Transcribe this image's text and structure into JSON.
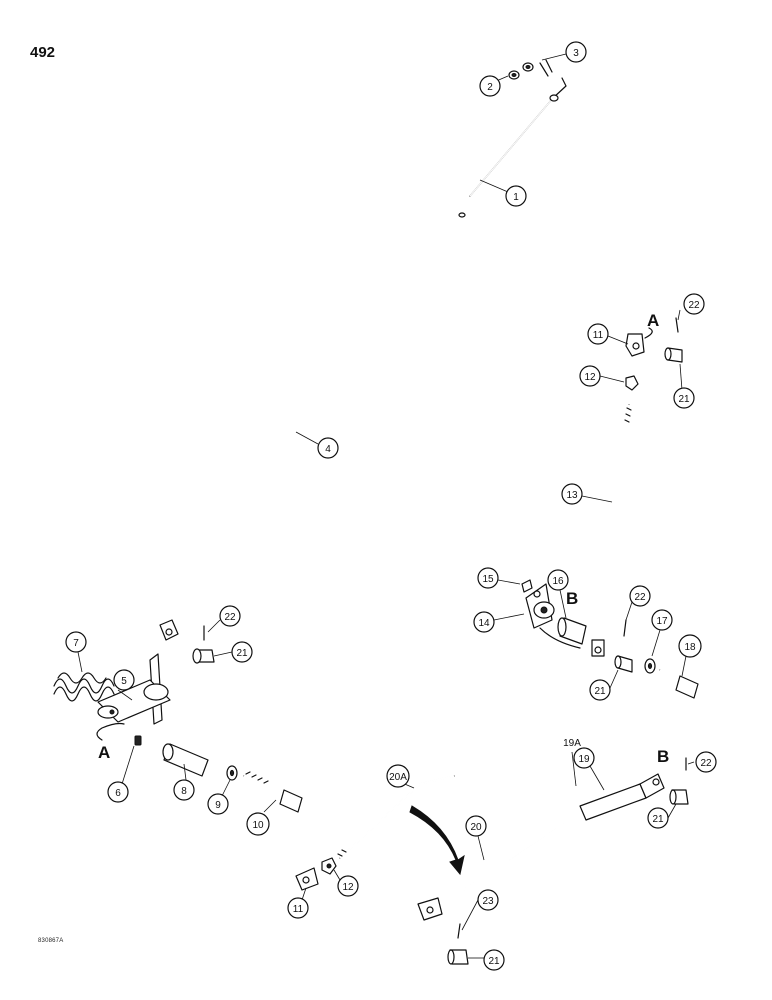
{
  "page": {
    "number": "492",
    "drawing_code": "830867A"
  },
  "detail_letters": [
    "A",
    "A",
    "B",
    "B"
  ],
  "callouts": {
    "c1": "1",
    "c2": "2",
    "c3": "3",
    "c4": "4",
    "c5": "5",
    "c6": "6",
    "c7": "7",
    "c8": "8",
    "c9": "9",
    "c10": "10",
    "c11a": "11",
    "c11b": "11",
    "c12a": "12",
    "c12b": "12",
    "c13": "13",
    "c14": "14",
    "c15": "15",
    "c16": "16",
    "c17": "17",
    "c18": "18",
    "c19": "19",
    "c19a": "19A",
    "c20": "20",
    "c20a": "20A",
    "c21a": "21",
    "c21b": "21",
    "c21c": "21",
    "c21d": "21",
    "c21e": "21",
    "c22a": "22",
    "c22b": "22",
    "c22c": "22",
    "c22d": "22",
    "c23": "23"
  },
  "colors": {
    "ink": "#111111",
    "paper": "#ffffff"
  }
}
